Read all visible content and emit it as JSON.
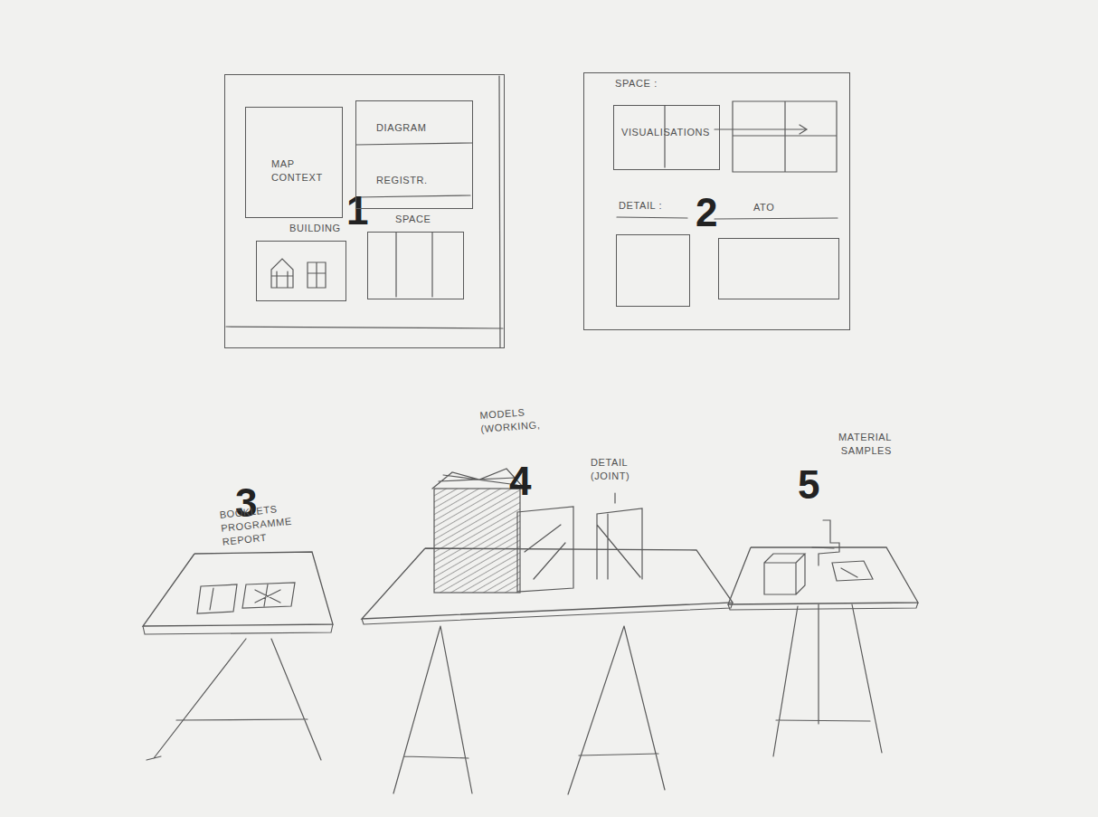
{
  "diagram": {
    "nodes": [
      {
        "text": [
          "1"
        ]
      },
      {
        "text": [
          "MAP CONTEXT"
        ],
        "in": 0
      },
      {
        "text": [
          "DIAGRAM",
          "REGISTR."
        ],
        "in": 0
      },
      {
        "text": [
          "BUILDING"
        ],
        "in": 0
      },
      {
        "text": [
          "SPACE"
        ],
        "in": 0
      },
      {
        "text": [
          "2"
        ]
      },
      {
        "text": [
          "VISUALISATIONS"
        ],
        "in": 5
      },
      {
        "text": [
          "DETAIL :"
        ],
        "in": 5
      },
      {
        "text": [
          "ATO"
        ],
        "in": 5
      },
      {
        "text": [
          "3",
          "BOOKLETS PROGRAMME REPORT"
        ]
      },
      {
        "text": [
          "4",
          "MODELS (WORKING,",
          "DETAIL (JOINT)"
        ]
      },
      {
        "text": [
          "5",
          "MATERIAL SAMPLES"
        ]
      }
    ],
    "labels": [
      "SPACE :"
    ]
  }
}
